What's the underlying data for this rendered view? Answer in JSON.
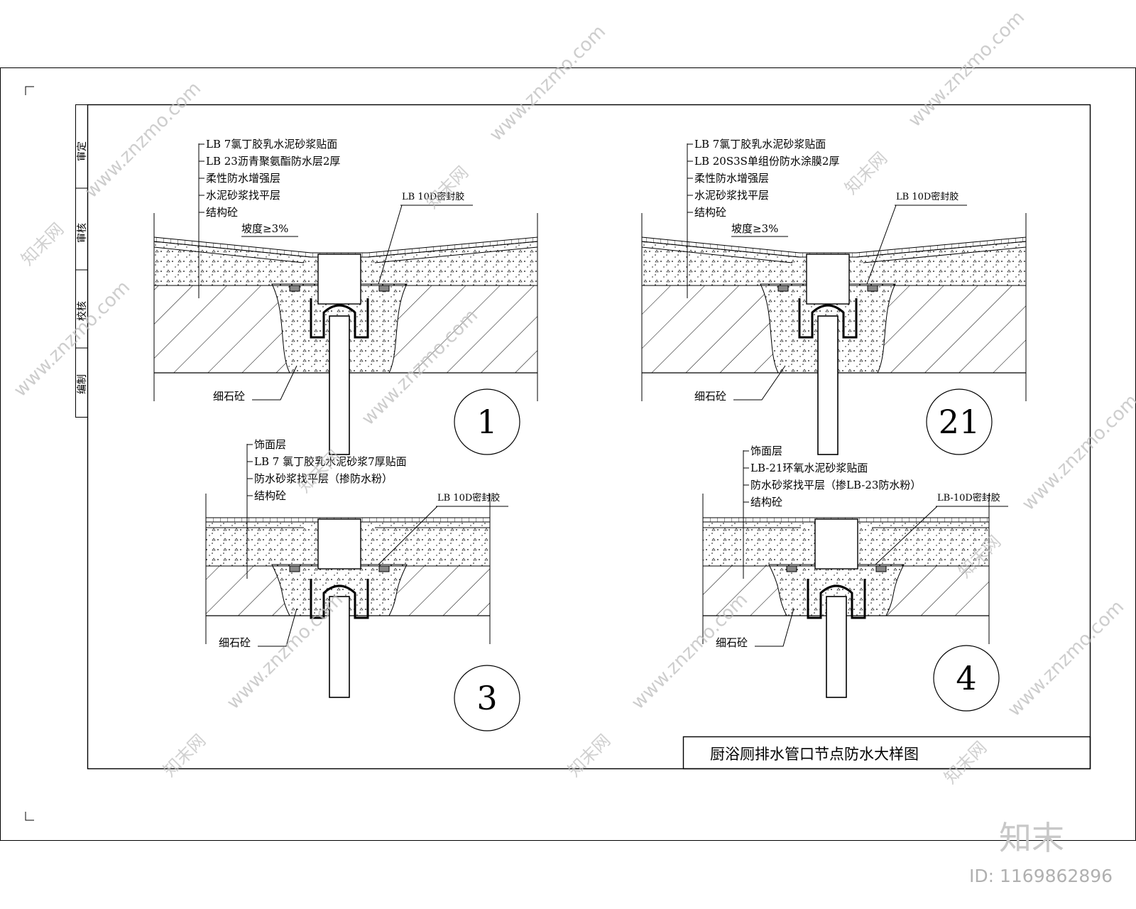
{
  "drawing": {
    "title": "厨浴厕排水管口节点防水大样图",
    "side_labels": [
      "审定",
      "审核",
      "校核",
      "编制"
    ]
  },
  "details": [
    {
      "number": "1",
      "layers": [
        "LB 7氯丁胶乳水泥砂浆贴面",
        "LB 23沥青聚氨酯防水层2厚",
        "柔性防水增强层",
        "水泥砂浆找平层",
        "结构砼"
      ],
      "slope": "坡度≥3%",
      "sealant": "LB 10D密封胶",
      "fill": "细石砼"
    },
    {
      "number": "21",
      "layers": [
        "LB 7氯丁胶乳水泥砂浆贴面",
        "LB 20S3S单组份防水涂膜2厚",
        "柔性防水增强层",
        "水泥砂浆找平层",
        "结构砼"
      ],
      "slope": "坡度≥3%",
      "sealant": "LB 10D密封胶",
      "fill": "细石砼"
    },
    {
      "number": "3",
      "layers": [
        "饰面层",
        "LB 7 氯丁胶乳水泥砂浆7厚贴面",
        "防水砂浆找平层（掺防水粉）",
        "结构砼"
      ],
      "sealant": "LB 10D密封胶",
      "fill": "细石砼"
    },
    {
      "number": "4",
      "layers": [
        "饰面层",
        "LB-21环氧水泥砂浆贴面",
        "防水砂浆找平层（掺LB-23防水粉）",
        "结构砼"
      ],
      "sealant": "LB-10D密封胶",
      "fill": "细石砼"
    }
  ],
  "watermark": {
    "url": "www.znzmo.com",
    "brand": "知末网",
    "logo": "知末",
    "id": "ID: 1169862896"
  }
}
